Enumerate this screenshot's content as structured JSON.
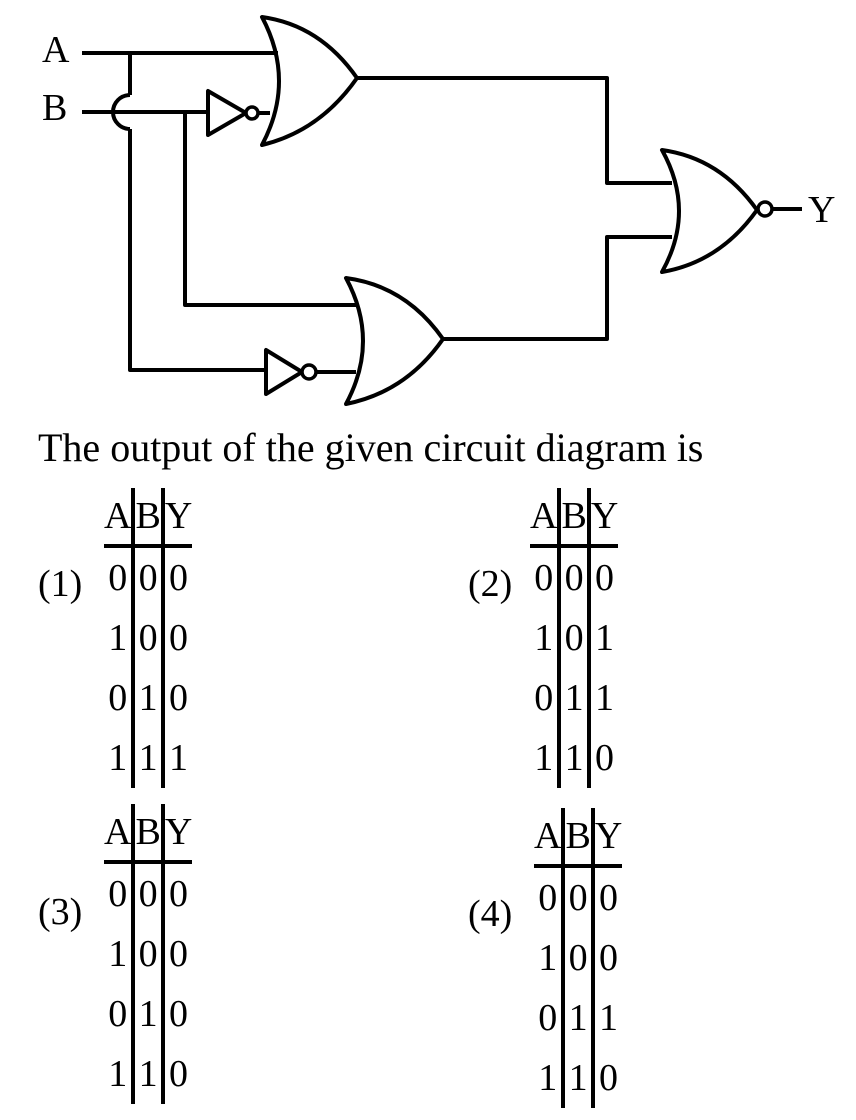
{
  "circuit": {
    "inputs": [
      "A",
      "B"
    ],
    "output": "Y"
  },
  "question": "The output of the given circuit diagram is",
  "options": [
    {
      "label": "(1)",
      "headers": [
        "A",
        "B",
        "Y"
      ],
      "rows": [
        [
          "0",
          "0",
          "0"
        ],
        [
          "1",
          "0",
          "0"
        ],
        [
          "0",
          "1",
          "0"
        ],
        [
          "1",
          "1",
          "1"
        ]
      ]
    },
    {
      "label": "(2)",
      "headers": [
        "A",
        "B",
        "Y"
      ],
      "rows": [
        [
          "0",
          "0",
          "0"
        ],
        [
          "1",
          "0",
          "1"
        ],
        [
          "0",
          "1",
          "1"
        ],
        [
          "1",
          "1",
          "0"
        ]
      ]
    },
    {
      "label": "(3)",
      "headers": [
        "A",
        "B",
        "Y"
      ],
      "rows": [
        [
          "0",
          "0",
          "0"
        ],
        [
          "1",
          "0",
          "0"
        ],
        [
          "0",
          "1",
          "0"
        ],
        [
          "1",
          "1",
          "0"
        ]
      ]
    },
    {
      "label": "(4)",
      "headers": [
        "A",
        "B",
        "Y"
      ],
      "rows": [
        [
          "0",
          "0",
          "0"
        ],
        [
          "1",
          "0",
          "0"
        ],
        [
          "0",
          "1",
          "1"
        ],
        [
          "1",
          "1",
          "0"
        ]
      ]
    }
  ]
}
